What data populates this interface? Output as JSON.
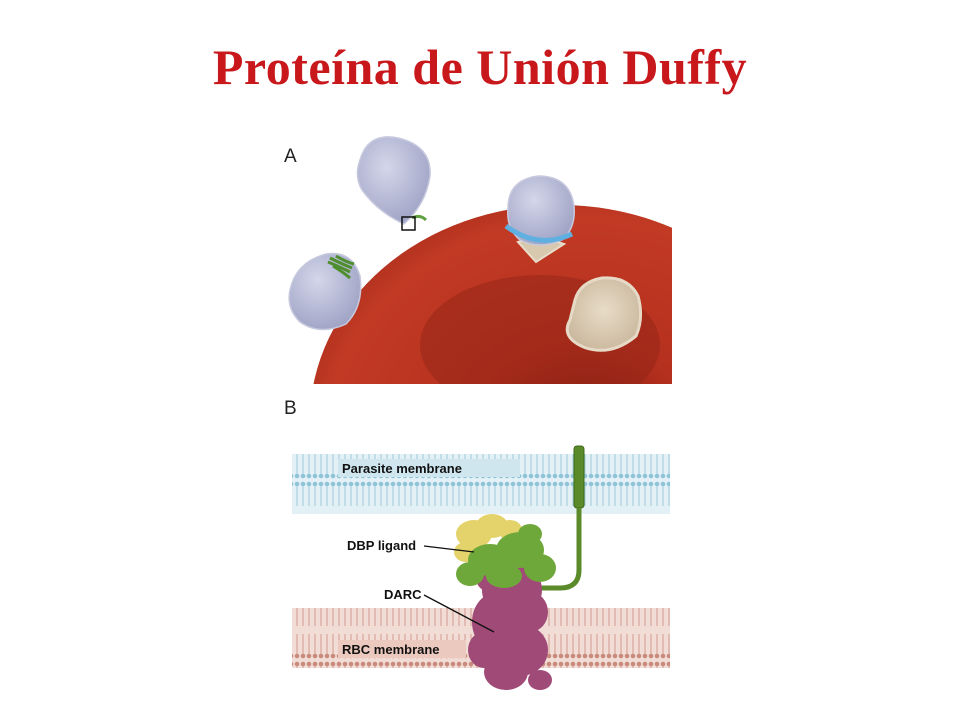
{
  "slide": {
    "title": "Proteína de Unión Duffy"
  },
  "figure": {
    "panel_a": {
      "letter": "A"
    },
    "panel_b": {
      "letter": "B",
      "labels": {
        "parasite_membrane": "Parasite membrane",
        "dbp_ligand": "DBP ligand",
        "darc": "DARC",
        "rbc_membrane": "RBC membrane"
      }
    }
  },
  "colors": {
    "title": "#c8181c",
    "rbc": "#b8301f",
    "merozoite": "#b9bcd6",
    "tight_junction": "#5fb0e0",
    "parasite_membrane": "#b7d8e6",
    "rbc_membrane": "#d9a79a",
    "dbp_yellow": "#e3d36a",
    "dbp_green": "#6fa83a",
    "darc": "#a04a78",
    "tether": "#5a8a2a"
  }
}
